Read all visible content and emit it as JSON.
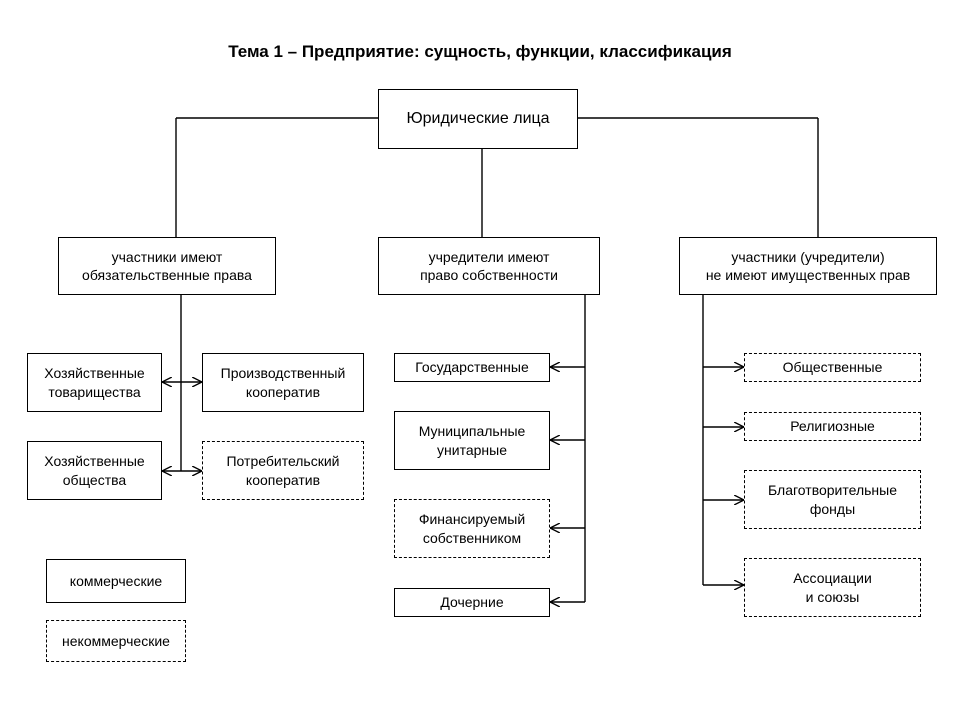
{
  "title": "Тема 1 – Предприятие: сущность, функции, классификация",
  "root": "Юридические лица",
  "categories": [
    "участники имеют\nобязательственные права",
    "учредители имеют\nправо собственности",
    "участники (учредители)\nне имеют имущественных прав"
  ],
  "left_group": {
    "partnerships": "Хозяйственные\nтоварищества",
    "companies": "Хозяйственные\nобщества",
    "production_coop": "Производственный\nкооператив",
    "consumer_coop": "Потребительский\nкооператив"
  },
  "middle_group": [
    "Государственные",
    "Муниципальные\nунитарные",
    "Финансируемый\nсобственником",
    "Дочерние"
  ],
  "right_group": [
    "Общественные",
    "Религиозные",
    "Благотворительные\nфонды",
    "Ассоциации\nи союзы"
  ],
  "legend": {
    "commercial": "коммерческие",
    "noncommercial": "некоммерческие"
  }
}
